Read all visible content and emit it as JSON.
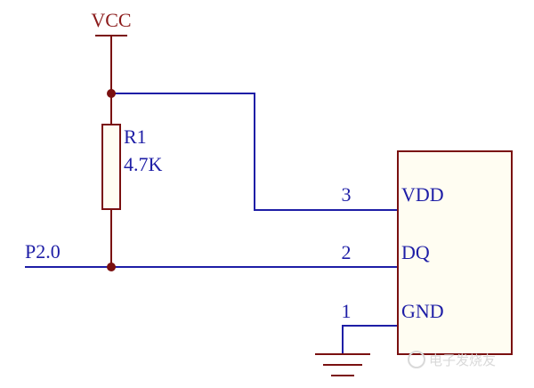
{
  "schematic": {
    "power_label": "VCC",
    "resistor": {
      "ref": "R1",
      "value": "4.7K"
    },
    "port_label": "P2.0",
    "chip_pins": [
      {
        "number": "3",
        "name": "VDD"
      },
      {
        "number": "2",
        "name": "DQ"
      },
      {
        "number": "1",
        "name": "GND"
      }
    ]
  },
  "watermark": "电子发烧友",
  "colors": {
    "power_net": "#7a1010",
    "signal_net": "#1e1ea6",
    "chip_fill": "#fffdf2"
  }
}
